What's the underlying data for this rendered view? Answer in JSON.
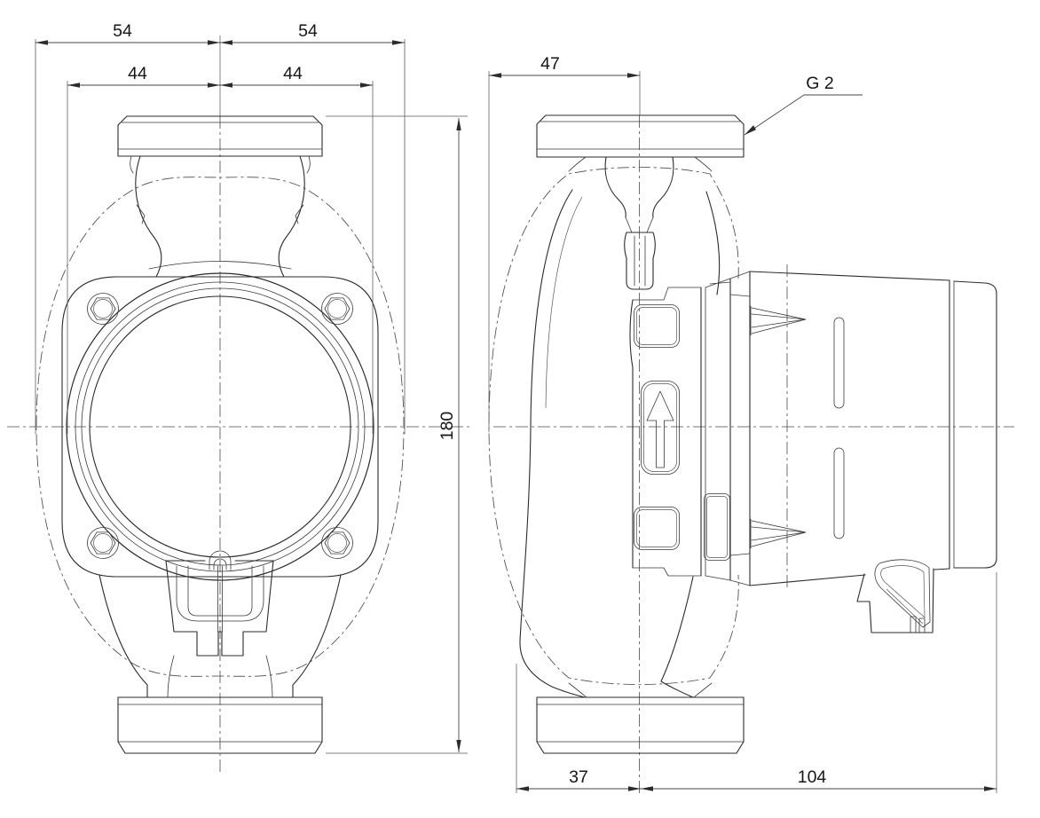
{
  "drawing": {
    "kind": "pump-two-view-dimension-drawing",
    "colors": {
      "background": "#ffffff",
      "line_ink": "#2b2b2b",
      "dimension_ink": "#474747"
    },
    "front_view": {
      "dims": {
        "outer_half_left": "54",
        "outer_half_right": "54",
        "inner_half_left": "44",
        "inner_half_right": "44",
        "overall_height": "180"
      }
    },
    "side_view": {
      "dims": {
        "depth_front": "47",
        "bottom_left": "37",
        "bottom_right": "104"
      },
      "connection_thread_label": "G 2"
    }
  }
}
